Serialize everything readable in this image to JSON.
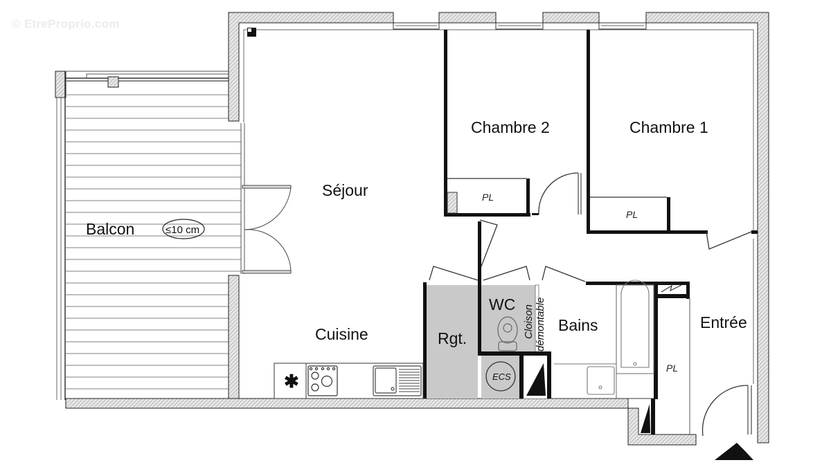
{
  "watermark": "© EtreProprio.com",
  "plan": {
    "rooms": {
      "balcon": "Balcon",
      "sejour": "Séjour",
      "cuisine": "Cuisine",
      "chambre2": "Chambre 2",
      "chambre1": "Chambre 1",
      "rangement": "Rgt.",
      "wc": "WC",
      "bains": "Bains",
      "entree": "Entrée"
    },
    "annotations": {
      "step_height": "≤10 cm",
      "cloison_1": "Cloison",
      "cloison_2": "démontable",
      "ecs": "ECS",
      "placard_ch2": "PL",
      "placard_ch1": "PL",
      "placard_entree": "PL"
    },
    "icons": [
      "fridge-snowflake-icon",
      "cooktop-icon",
      "sink-icon",
      "toilet-icon",
      "bathtub-icon",
      "washbasin-icon",
      "electric-panel-icon",
      "water-heater-icon",
      "brand-logo-icon"
    ],
    "colors": {
      "wall_hatch": "#d8d8d8",
      "wall_line": "#1a1a1a",
      "storage_fill": "#c8c8c8",
      "balcony_stripe": "#9a9a9a"
    }
  }
}
